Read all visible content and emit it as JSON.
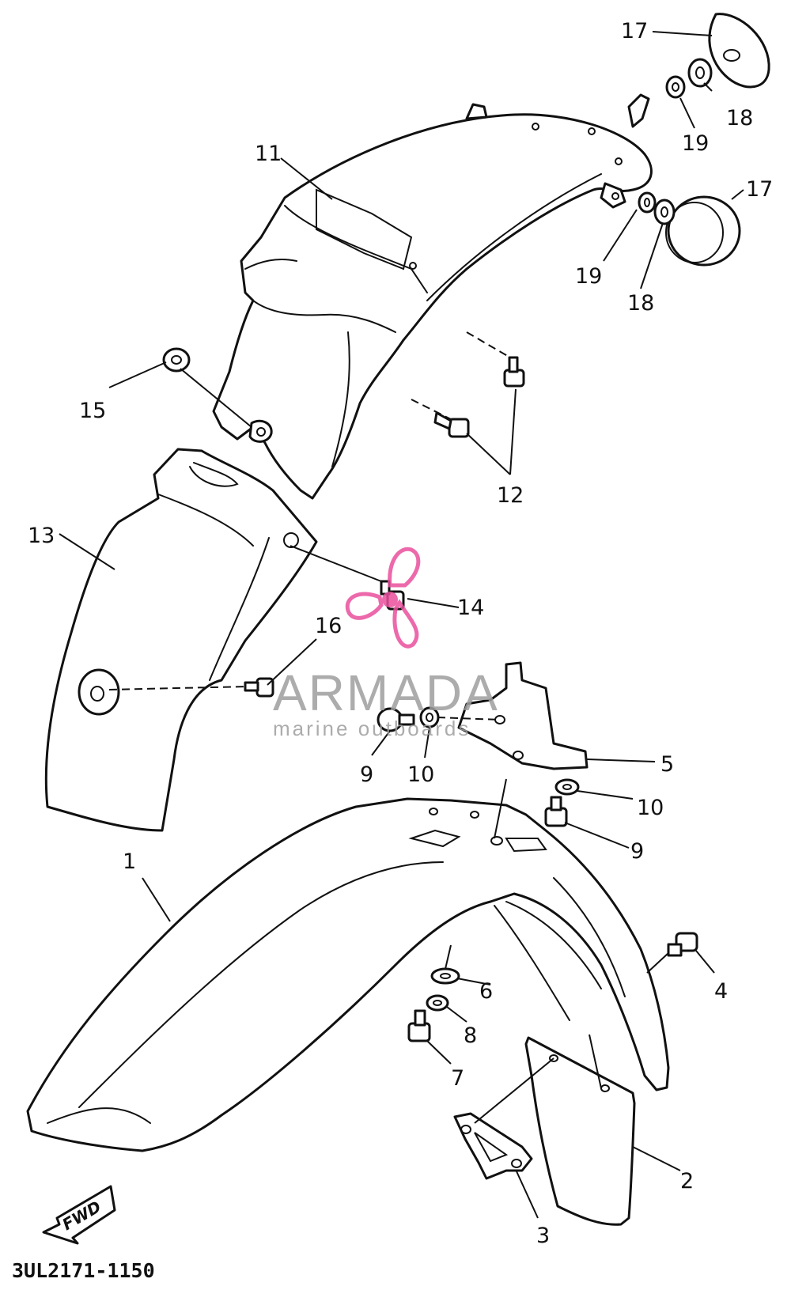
{
  "callouts": [
    {
      "id": "c1",
      "text": "1"
    },
    {
      "id": "c2",
      "text": "2"
    },
    {
      "id": "c3",
      "text": "3"
    },
    {
      "id": "c4",
      "text": "4"
    },
    {
      "id": "c5",
      "text": "5"
    },
    {
      "id": "c6",
      "text": "6"
    },
    {
      "id": "c7",
      "text": "7"
    },
    {
      "id": "c8",
      "text": "8"
    },
    {
      "id": "c9a",
      "text": "9"
    },
    {
      "id": "c9b",
      "text": "9"
    },
    {
      "id": "c10a",
      "text": "10"
    },
    {
      "id": "c10b",
      "text": "10"
    },
    {
      "id": "c11",
      "text": "11"
    },
    {
      "id": "c12",
      "text": "12"
    },
    {
      "id": "c13",
      "text": "13"
    },
    {
      "id": "c14",
      "text": "14"
    },
    {
      "id": "c15",
      "text": "15"
    },
    {
      "id": "c16",
      "text": "16"
    },
    {
      "id": "c17a",
      "text": "17"
    },
    {
      "id": "c17b",
      "text": "17"
    },
    {
      "id": "c18a",
      "text": "18"
    },
    {
      "id": "c18b",
      "text": "18"
    },
    {
      "id": "c19a",
      "text": "19"
    },
    {
      "id": "c19b",
      "text": "19"
    }
  ],
  "fwd_label": "FWD",
  "diagram_code": "3UL2171-1150",
  "watermark": {
    "name": "ARMADA",
    "tagline": "marine outboards",
    "color_primary": "#9e9e9e",
    "color_accent": "#e94f9d"
  }
}
